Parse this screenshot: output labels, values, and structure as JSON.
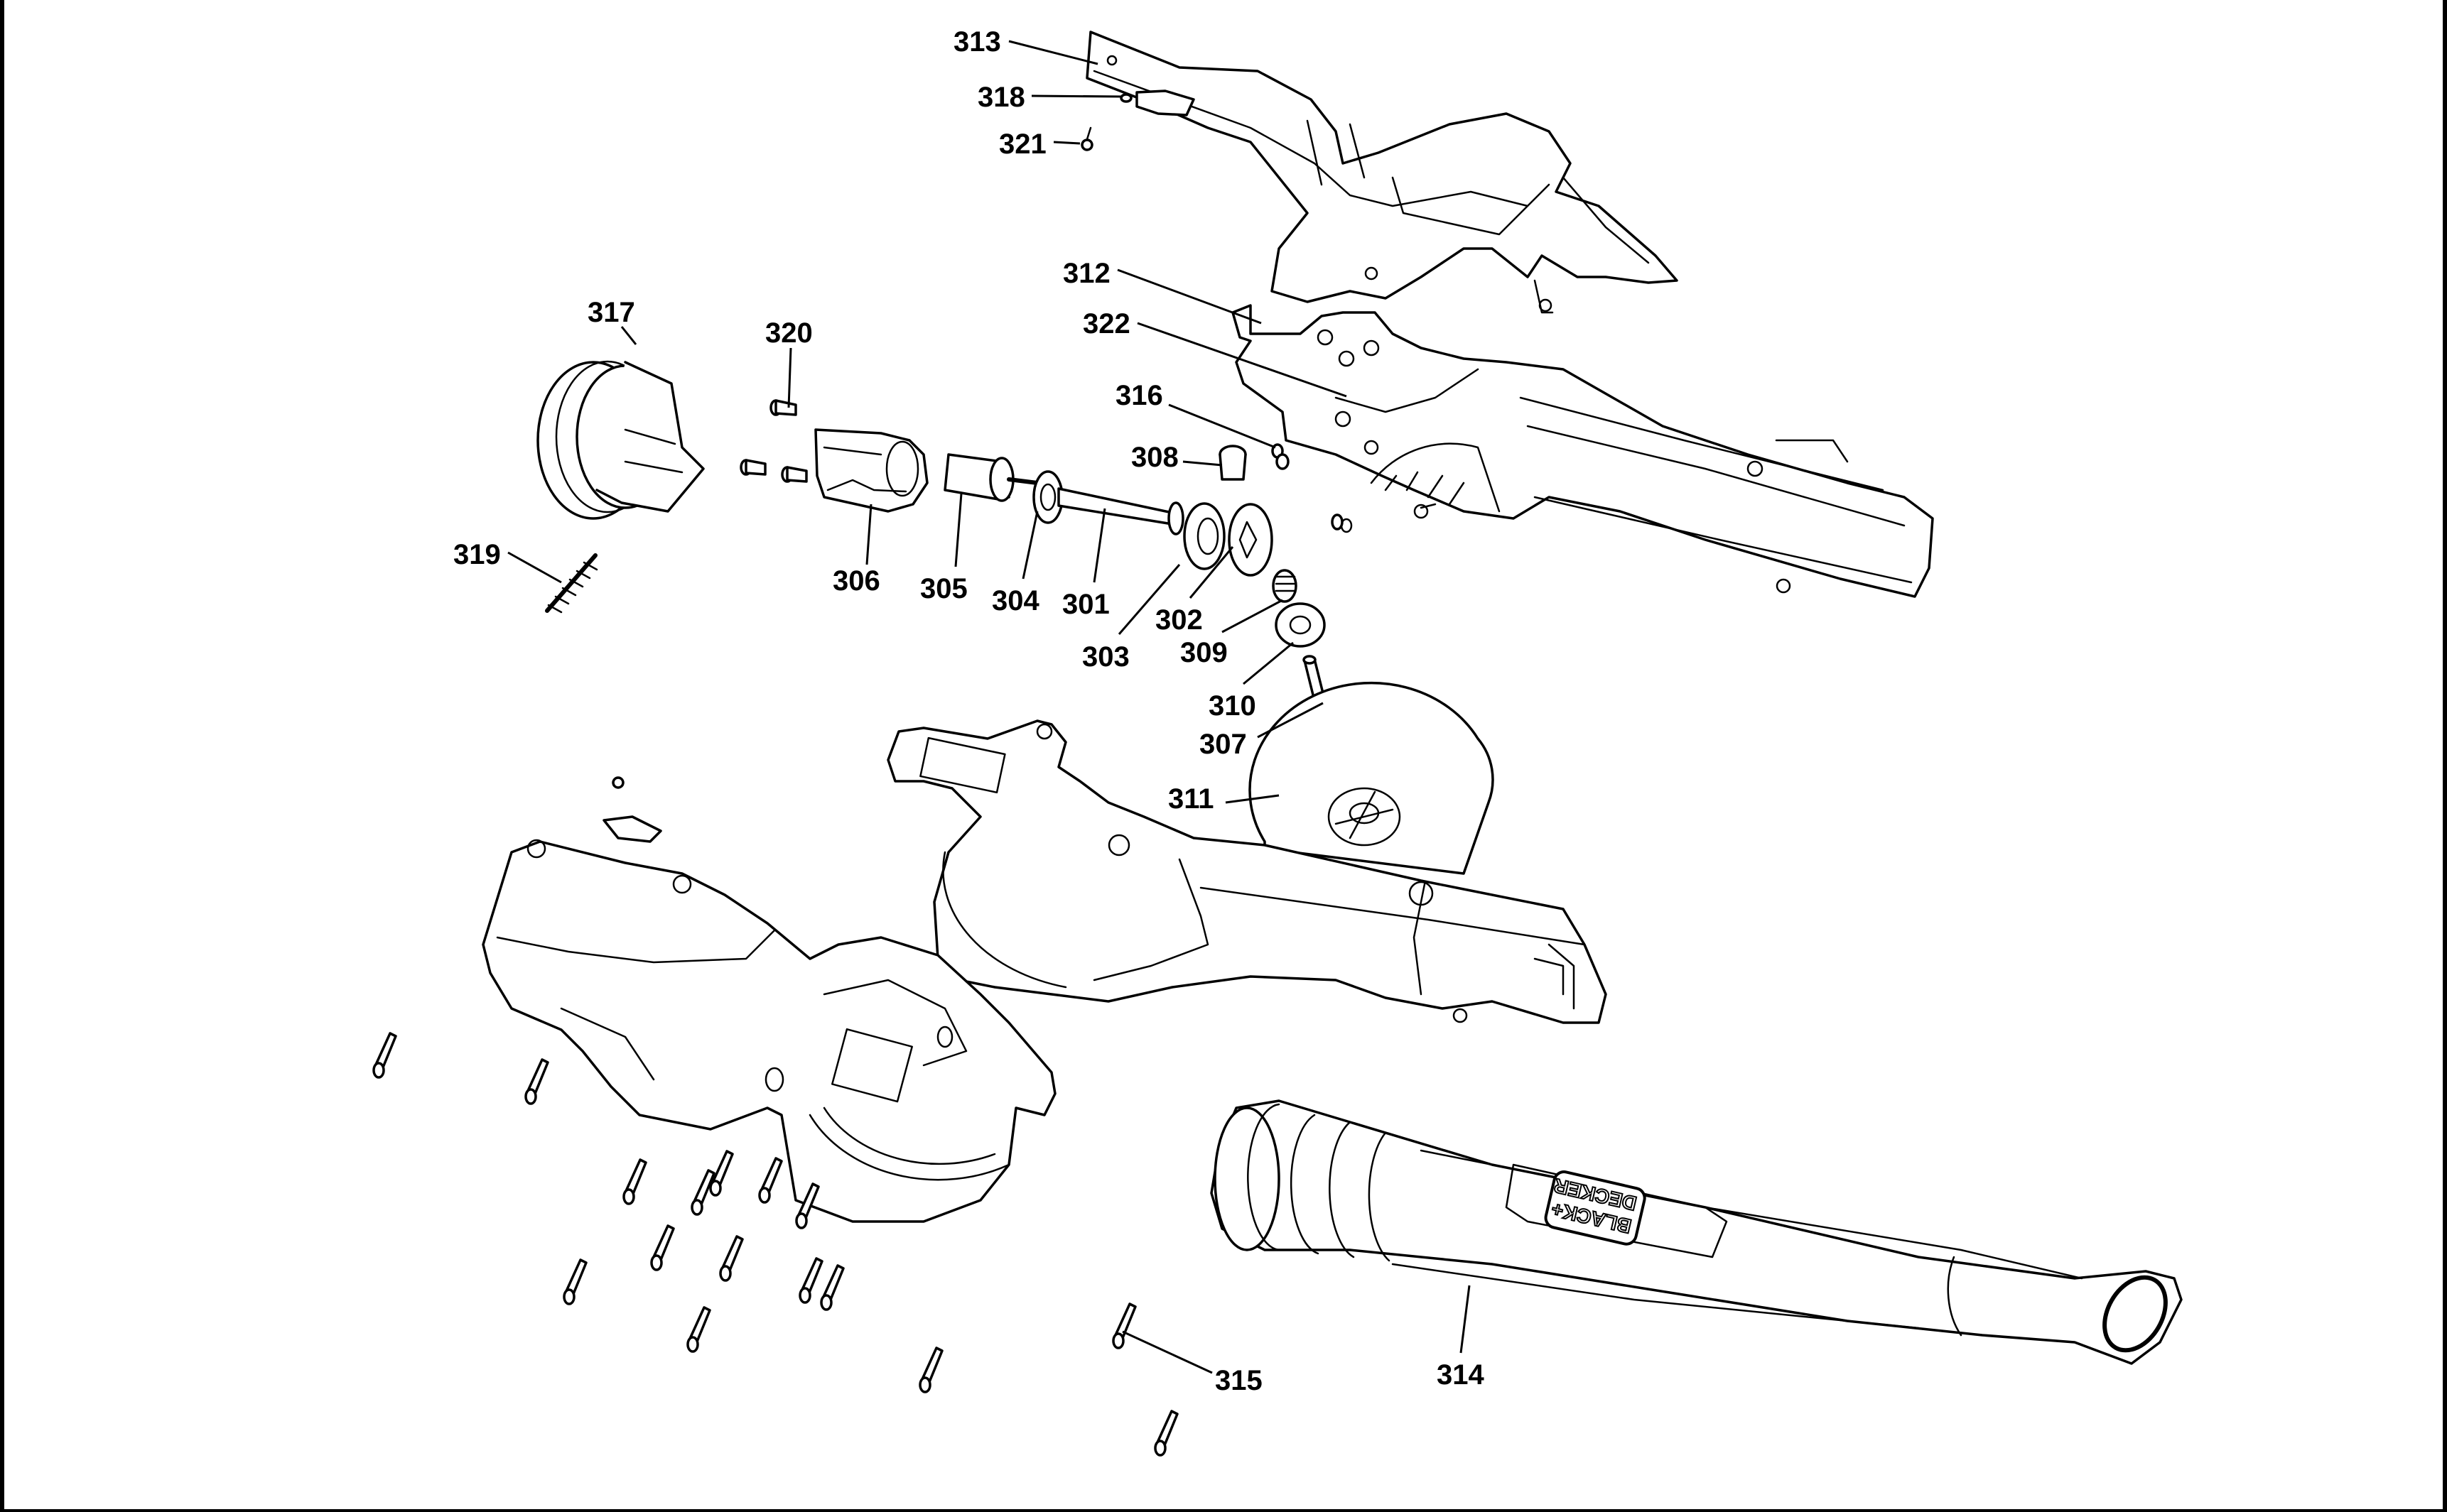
{
  "diagram": {
    "type": "exploded-parts-diagram",
    "subject": "cordless blower",
    "brand_logo_text": [
      "BLACK+",
      "DECKER"
    ],
    "callouts": [
      {
        "id": "313",
        "label": "313"
      },
      {
        "id": "318",
        "label": "318"
      },
      {
        "id": "321",
        "label": "321"
      },
      {
        "id": "312",
        "label": "312"
      },
      {
        "id": "322",
        "label": "322"
      },
      {
        "id": "317",
        "label": "317"
      },
      {
        "id": "320",
        "label": "320"
      },
      {
        "id": "316",
        "label": "316"
      },
      {
        "id": "308",
        "label": "308"
      },
      {
        "id": "319",
        "label": "319"
      },
      {
        "id": "306",
        "label": "306"
      },
      {
        "id": "305",
        "label": "305"
      },
      {
        "id": "304",
        "label": "304"
      },
      {
        "id": "301",
        "label": "301"
      },
      {
        "id": "302",
        "label": "302"
      },
      {
        "id": "303",
        "label": "303"
      },
      {
        "id": "309",
        "label": "309"
      },
      {
        "id": "310",
        "label": "310"
      },
      {
        "id": "307",
        "label": "307"
      },
      {
        "id": "311",
        "label": "311"
      },
      {
        "id": "314",
        "label": "314"
      },
      {
        "id": "315",
        "label": "315"
      }
    ]
  }
}
